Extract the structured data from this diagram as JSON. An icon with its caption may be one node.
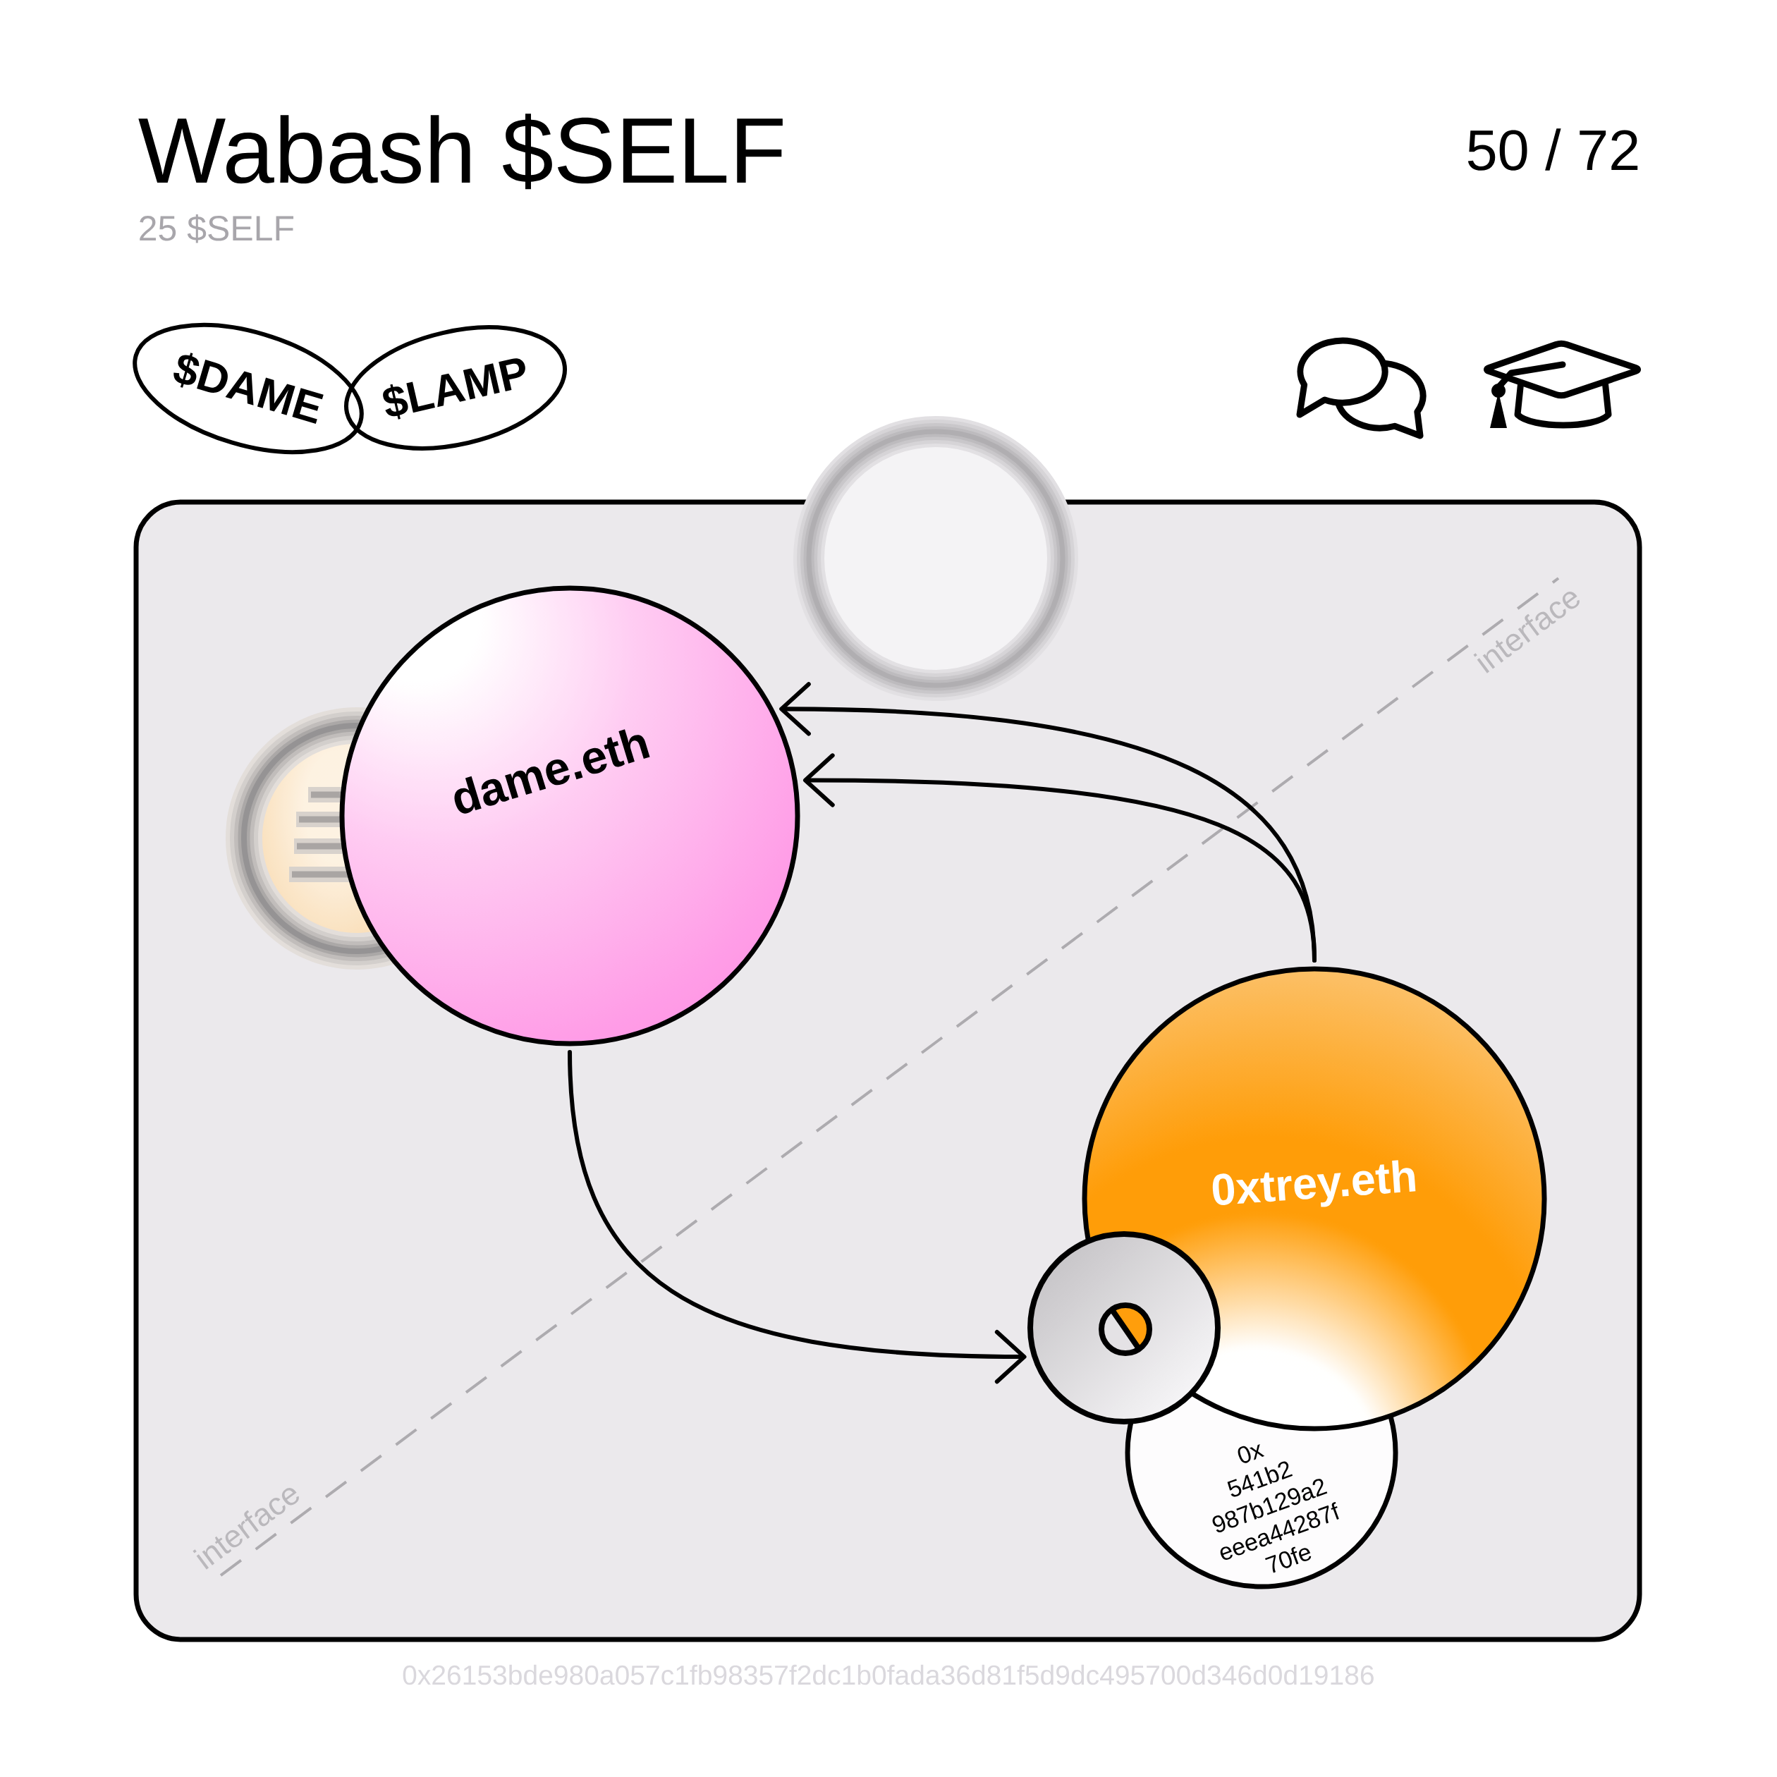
{
  "diagram": {
    "title": "Wabash $SELF",
    "nodes": [
      {
        "text": [
          "$DAME"
        ]
      },
      {
        "text": [
          "$LAMP"
        ]
      },
      {
        "text": [],
        "shape": "circle"
      },
      {
        "text": [
          "dame.eth"
        ]
      },
      {
        "text": [],
        "shape": "circle"
      },
      {
        "text": [
          "0xtrey.eth"
        ]
      },
      {
        "text": [],
        "shape": "circle"
      },
      {
        "text": [
          "0x 541b2 987b129a2 eeea44287f 70fe"
        ]
      }
    ],
    "edges": [
      {
        "from": 5,
        "to": 3,
        "arrow": "to"
      },
      {
        "from": 5,
        "to": 3,
        "arrow": "to"
      },
      {
        "from": 3,
        "to": 6,
        "arrow": "to"
      }
    ],
    "labels": [
      "50 / 72",
      "25 $SELF",
      "interface",
      "interface",
      "0x26153bde980a057c1fb98357f2dc1b0fada36d81f5d9dc495700d346d0d19186"
    ]
  }
}
